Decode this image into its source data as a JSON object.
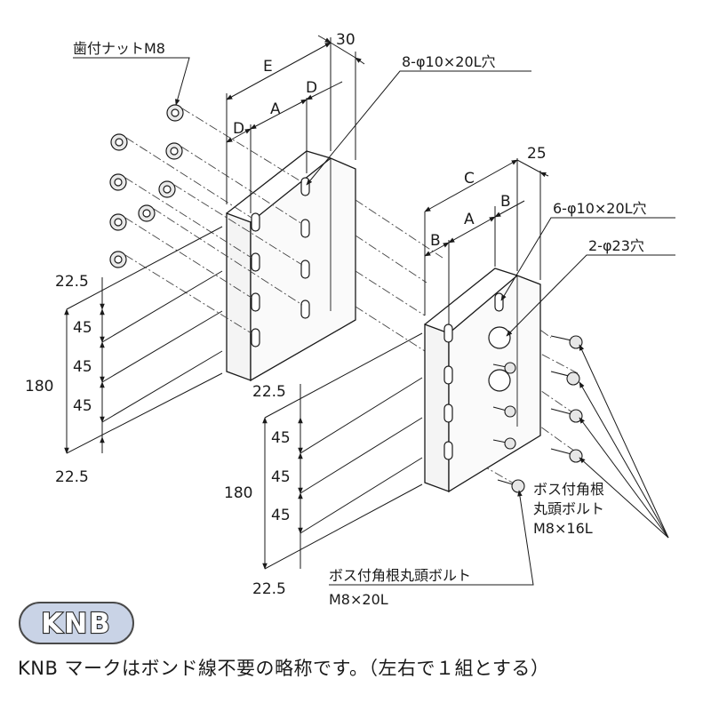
{
  "callouts": {
    "flange_nut": "歯付ナットM8",
    "slots_8": "8-φ10×20L穴",
    "slots_6": "6-φ10×20L穴",
    "holes_2": "2-φ23穴",
    "bolt_16_line1": "ボス付角根",
    "bolt_16_line2": "丸頭ボルト",
    "bolt_16_line3": "M8×16L",
    "bolt_20_line1": "ボス付角根丸頭ボルト",
    "bolt_20_line2": "M8×20L"
  },
  "dimensions": {
    "left": {
      "width_30": "30",
      "E": "E",
      "D_top": "D",
      "A": "A",
      "D_left": "D",
      "edge_top": "22.5",
      "pitch_1": "45",
      "pitch_2": "45",
      "pitch_3": "45",
      "height": "180",
      "edge_bottom": "22.5"
    },
    "right": {
      "width_25": "25",
      "C": "C",
      "B_top": "B",
      "A": "A",
      "B_left": "B",
      "edge_top": "22.5",
      "pitch_1": "45",
      "pitch_2": "45",
      "pitch_3": "45",
      "height": "180",
      "edge_bottom": "22.5"
    }
  },
  "badge": {
    "text": "KNB"
  },
  "footer": {
    "note": "KNB マークはボンド線不要の略称です。（左右で１組とする）"
  }
}
